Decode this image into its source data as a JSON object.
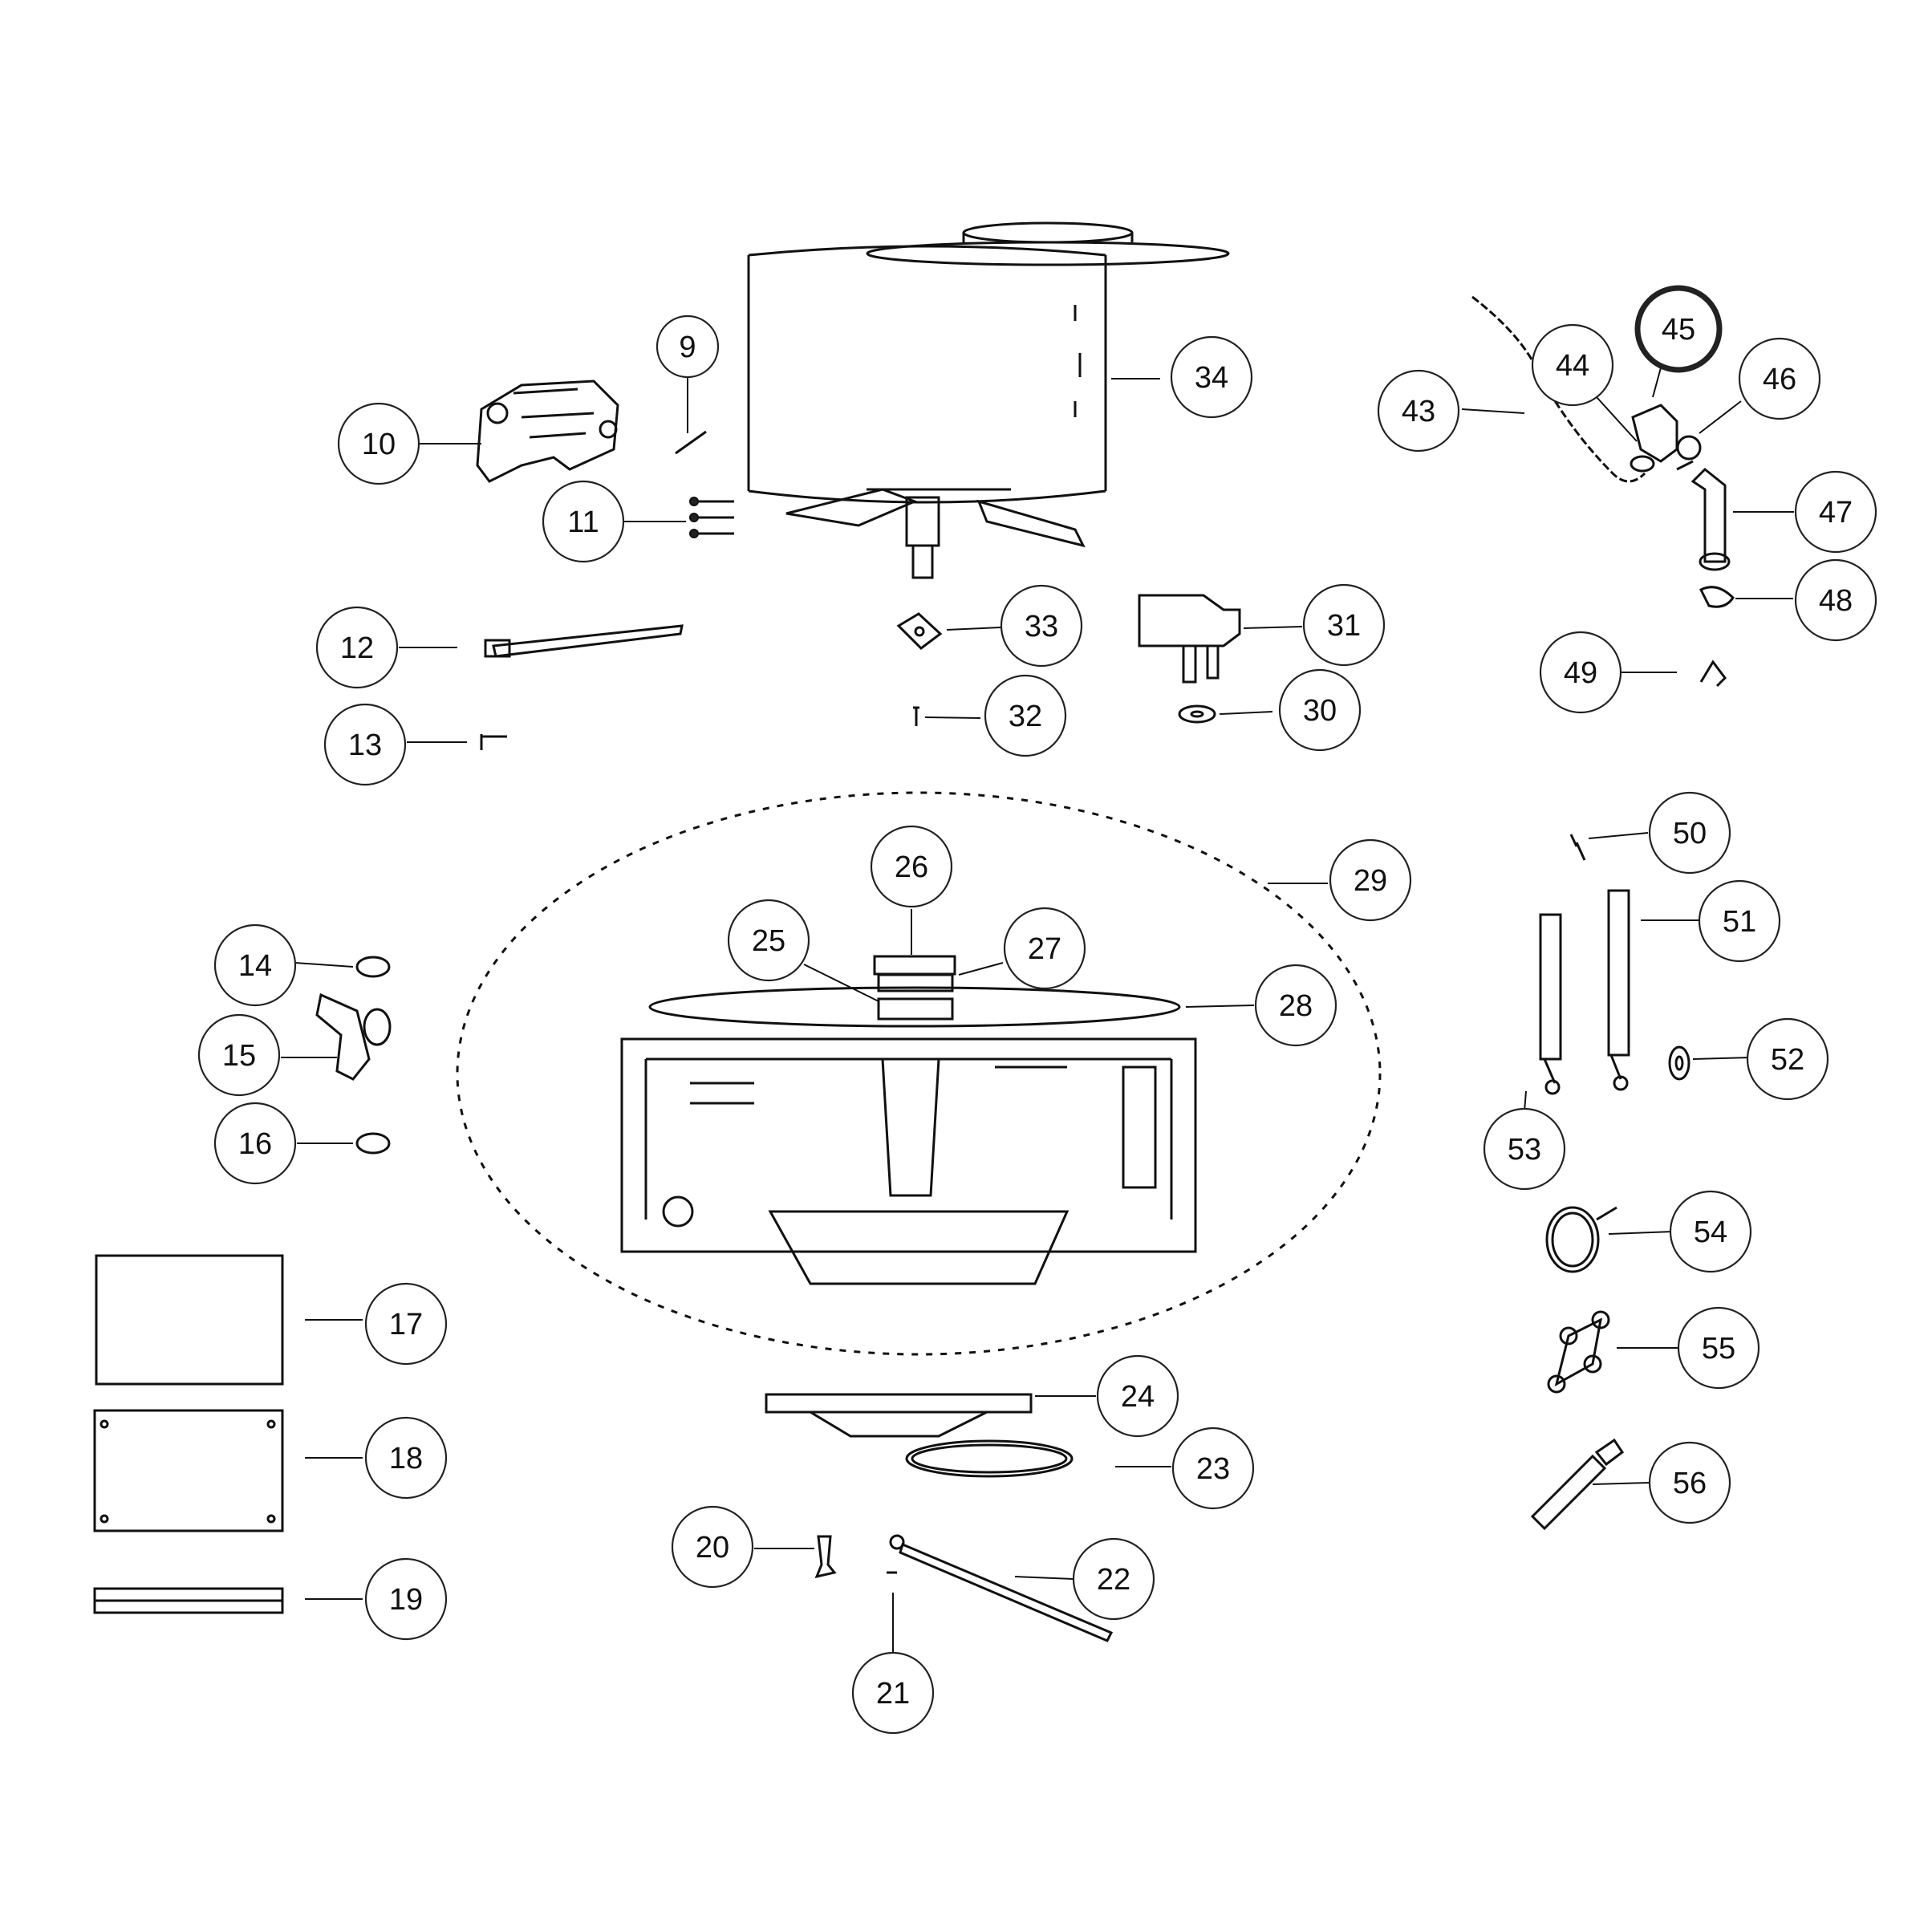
{
  "highlight_color": "#e8141b",
  "highlighted_part": "45",
  "callouts": [
    {
      "id": "9",
      "label": "9"
    },
    {
      "id": "10",
      "label": "10"
    },
    {
      "id": "11",
      "label": "11"
    },
    {
      "id": "12",
      "label": "12"
    },
    {
      "id": "13",
      "label": "13"
    },
    {
      "id": "14",
      "label": "14"
    },
    {
      "id": "15",
      "label": "15"
    },
    {
      "id": "16",
      "label": "16"
    },
    {
      "id": "17",
      "label": "17"
    },
    {
      "id": "18",
      "label": "18"
    },
    {
      "id": "19",
      "label": "19"
    },
    {
      "id": "20",
      "label": "20"
    },
    {
      "id": "21",
      "label": "21"
    },
    {
      "id": "22",
      "label": "22"
    },
    {
      "id": "23",
      "label": "23"
    },
    {
      "id": "24",
      "label": "24"
    },
    {
      "id": "25",
      "label": "25"
    },
    {
      "id": "26",
      "label": "26"
    },
    {
      "id": "27",
      "label": "27"
    },
    {
      "id": "28",
      "label": "28"
    },
    {
      "id": "29",
      "label": "29"
    },
    {
      "id": "30",
      "label": "30"
    },
    {
      "id": "31",
      "label": "31"
    },
    {
      "id": "32",
      "label": "32"
    },
    {
      "id": "33",
      "label": "33"
    },
    {
      "id": "34",
      "label": "34"
    },
    {
      "id": "43",
      "label": "43"
    },
    {
      "id": "44",
      "label": "44"
    },
    {
      "id": "45",
      "label": "45"
    },
    {
      "id": "46",
      "label": "46"
    },
    {
      "id": "47",
      "label": "47"
    },
    {
      "id": "48",
      "label": "48"
    },
    {
      "id": "49",
      "label": "49"
    },
    {
      "id": "50",
      "label": "50"
    },
    {
      "id": "51",
      "label": "51"
    },
    {
      "id": "52",
      "label": "52"
    },
    {
      "id": "53",
      "label": "53"
    },
    {
      "id": "54",
      "label": "54"
    },
    {
      "id": "55",
      "label": "55"
    },
    {
      "id": "56",
      "label": "56"
    }
  ]
}
